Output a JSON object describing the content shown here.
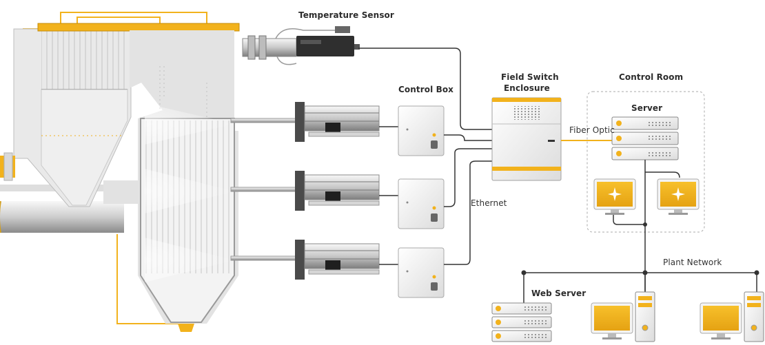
{
  "labels": {
    "temperature_sensor": "Temperature Sensor",
    "control_box": "Control Box",
    "field_switch_line1": "Field Switch",
    "field_switch_line2": "Enclosure",
    "control_room": "Control Room",
    "server": "Server",
    "fiber_optic": "Fiber Optic",
    "ethernet": "Ethernet",
    "plant_network": "Plant Network",
    "web_server": "Web Server"
  },
  "colors": {
    "accent": "#f2b21c",
    "line": "#333333",
    "metal_light": "#eeeeee",
    "metal_mid": "#d6d6d6",
    "metal_dark": "#8c8c8c"
  }
}
